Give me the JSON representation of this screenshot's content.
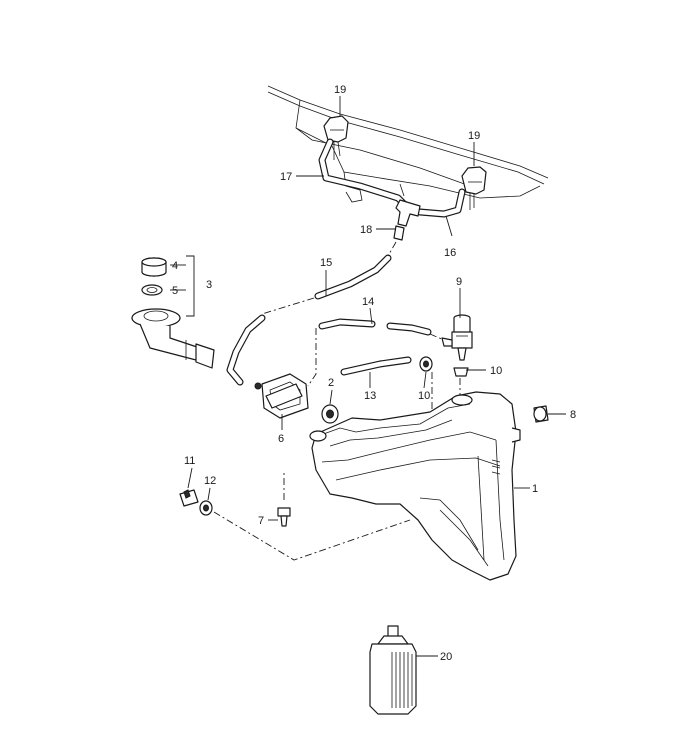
{
  "callouts": [
    {
      "id": "c1",
      "text": "1"
    },
    {
      "id": "c2",
      "text": "2"
    },
    {
      "id": "c3",
      "text": "3"
    },
    {
      "id": "c4",
      "text": "4"
    },
    {
      "id": "c5",
      "text": "5"
    },
    {
      "id": "c6",
      "text": "6"
    },
    {
      "id": "c7",
      "text": "7"
    },
    {
      "id": "c8",
      "text": "8"
    },
    {
      "id": "c9",
      "text": "9"
    },
    {
      "id": "c10a",
      "text": "10"
    },
    {
      "id": "c10b",
      "text": "10"
    },
    {
      "id": "c11",
      "text": "11"
    },
    {
      "id": "c12",
      "text": "12"
    },
    {
      "id": "c13",
      "text": "13"
    },
    {
      "id": "c14",
      "text": "14"
    },
    {
      "id": "c15",
      "text": "15"
    },
    {
      "id": "c16",
      "text": "16"
    },
    {
      "id": "c17",
      "text": "17"
    },
    {
      "id": "c18",
      "text": "18"
    },
    {
      "id": "c19a",
      "text": "19"
    },
    {
      "id": "c19b",
      "text": "19"
    },
    {
      "id": "c20",
      "text": "20"
    }
  ]
}
